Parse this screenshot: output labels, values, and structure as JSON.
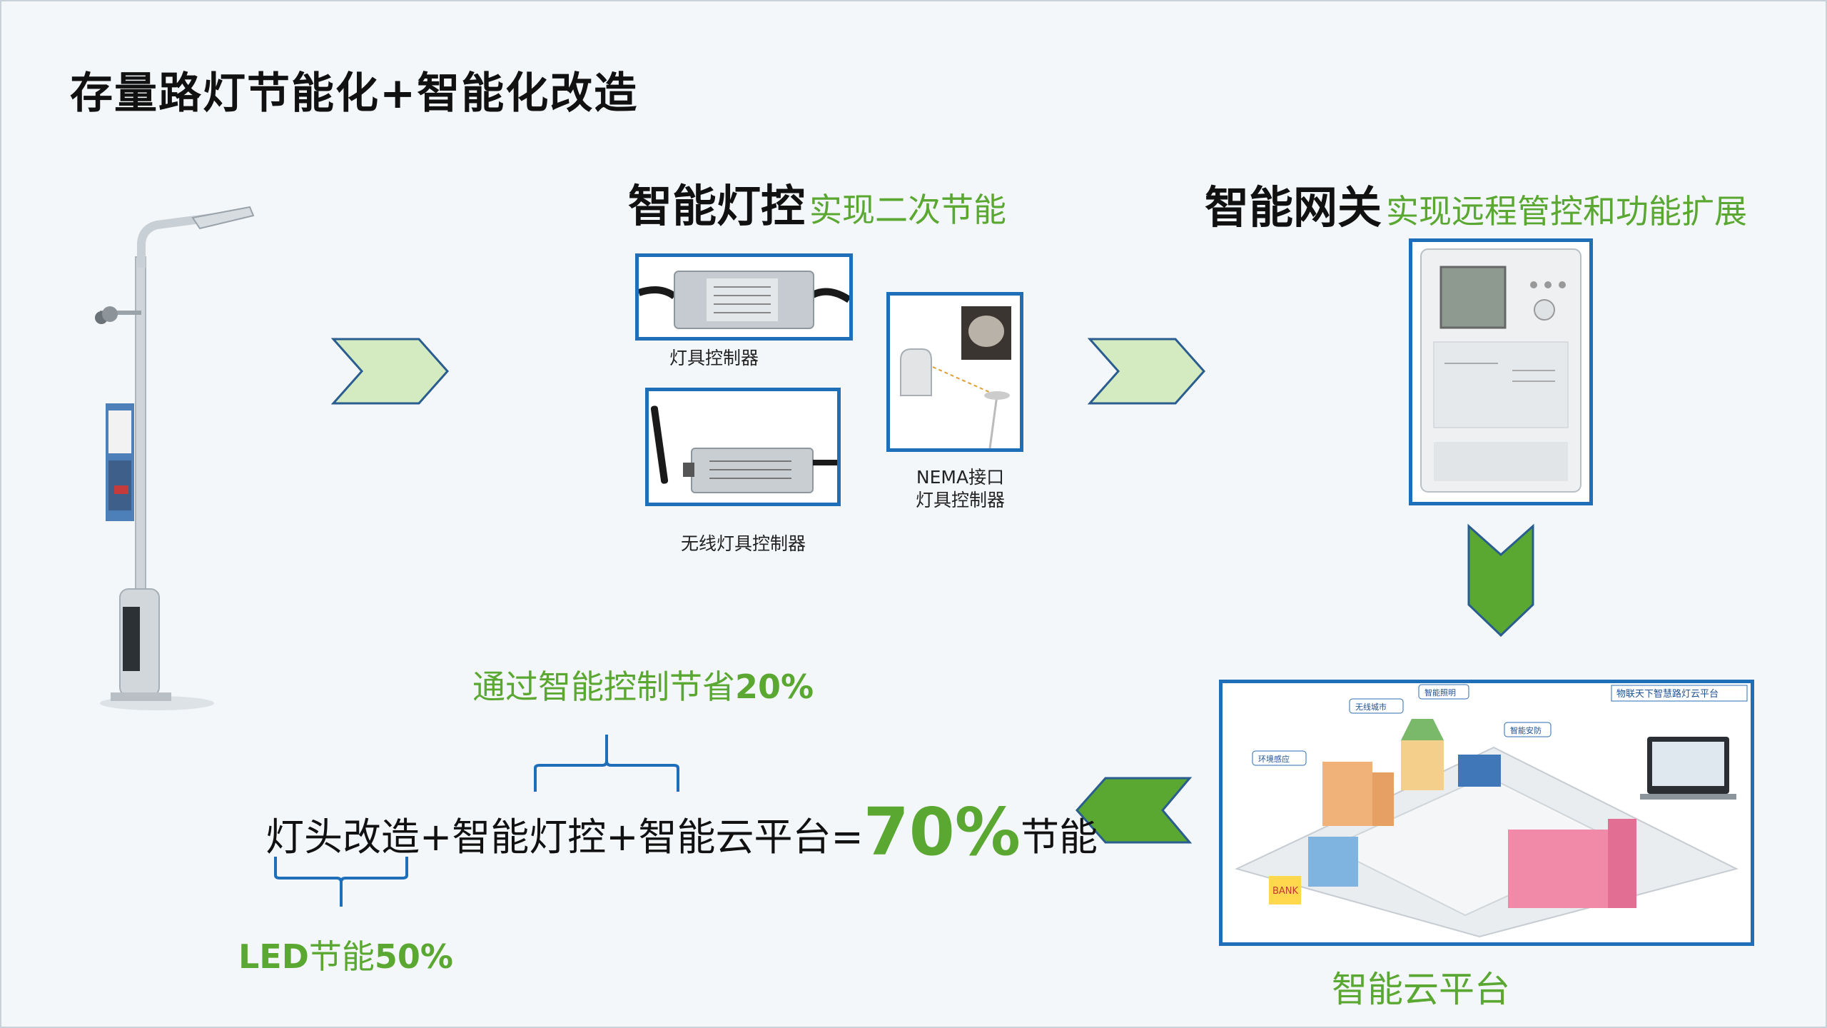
{
  "title": "存量路灯节能化+智能化改造",
  "control": {
    "heading": "智能灯控",
    "sub": "实现二次节能"
  },
  "gateway": {
    "heading": "智能网关",
    "sub": "实现远程管控和功能扩展"
  },
  "devices": {
    "lamp_controller": "灯具控制器",
    "wireless_controller": "无线灯具控制器",
    "nema_line1": "NEMA接口",
    "nema_line2": "灯具控制器"
  },
  "platform": {
    "label": "智能云平台",
    "screen_title": "物联天下智慧路灯云平台",
    "tags": [
      "智能照明",
      "无线城市",
      "智能安防",
      "环境感应"
    ],
    "bank": "BANK"
  },
  "equation": {
    "part1": "灯头改造",
    "plus1": "+",
    "part2": "智能灯控",
    "plus2": "+",
    "part3": "智能云平台",
    "eq": "=",
    "result": "70%",
    "suffix": "节能"
  },
  "savings_control": {
    "text": "通过智能控制节省",
    "value": "20%"
  },
  "savings_led": {
    "text1": "LED",
    "text2": "节能",
    "value": "50%"
  },
  "colors": {
    "accent_green": "#5aa832",
    "chevron_fill": "#d4ebc2",
    "chevron_dark": "#5aa832",
    "border_blue": "#1f6fb8"
  }
}
